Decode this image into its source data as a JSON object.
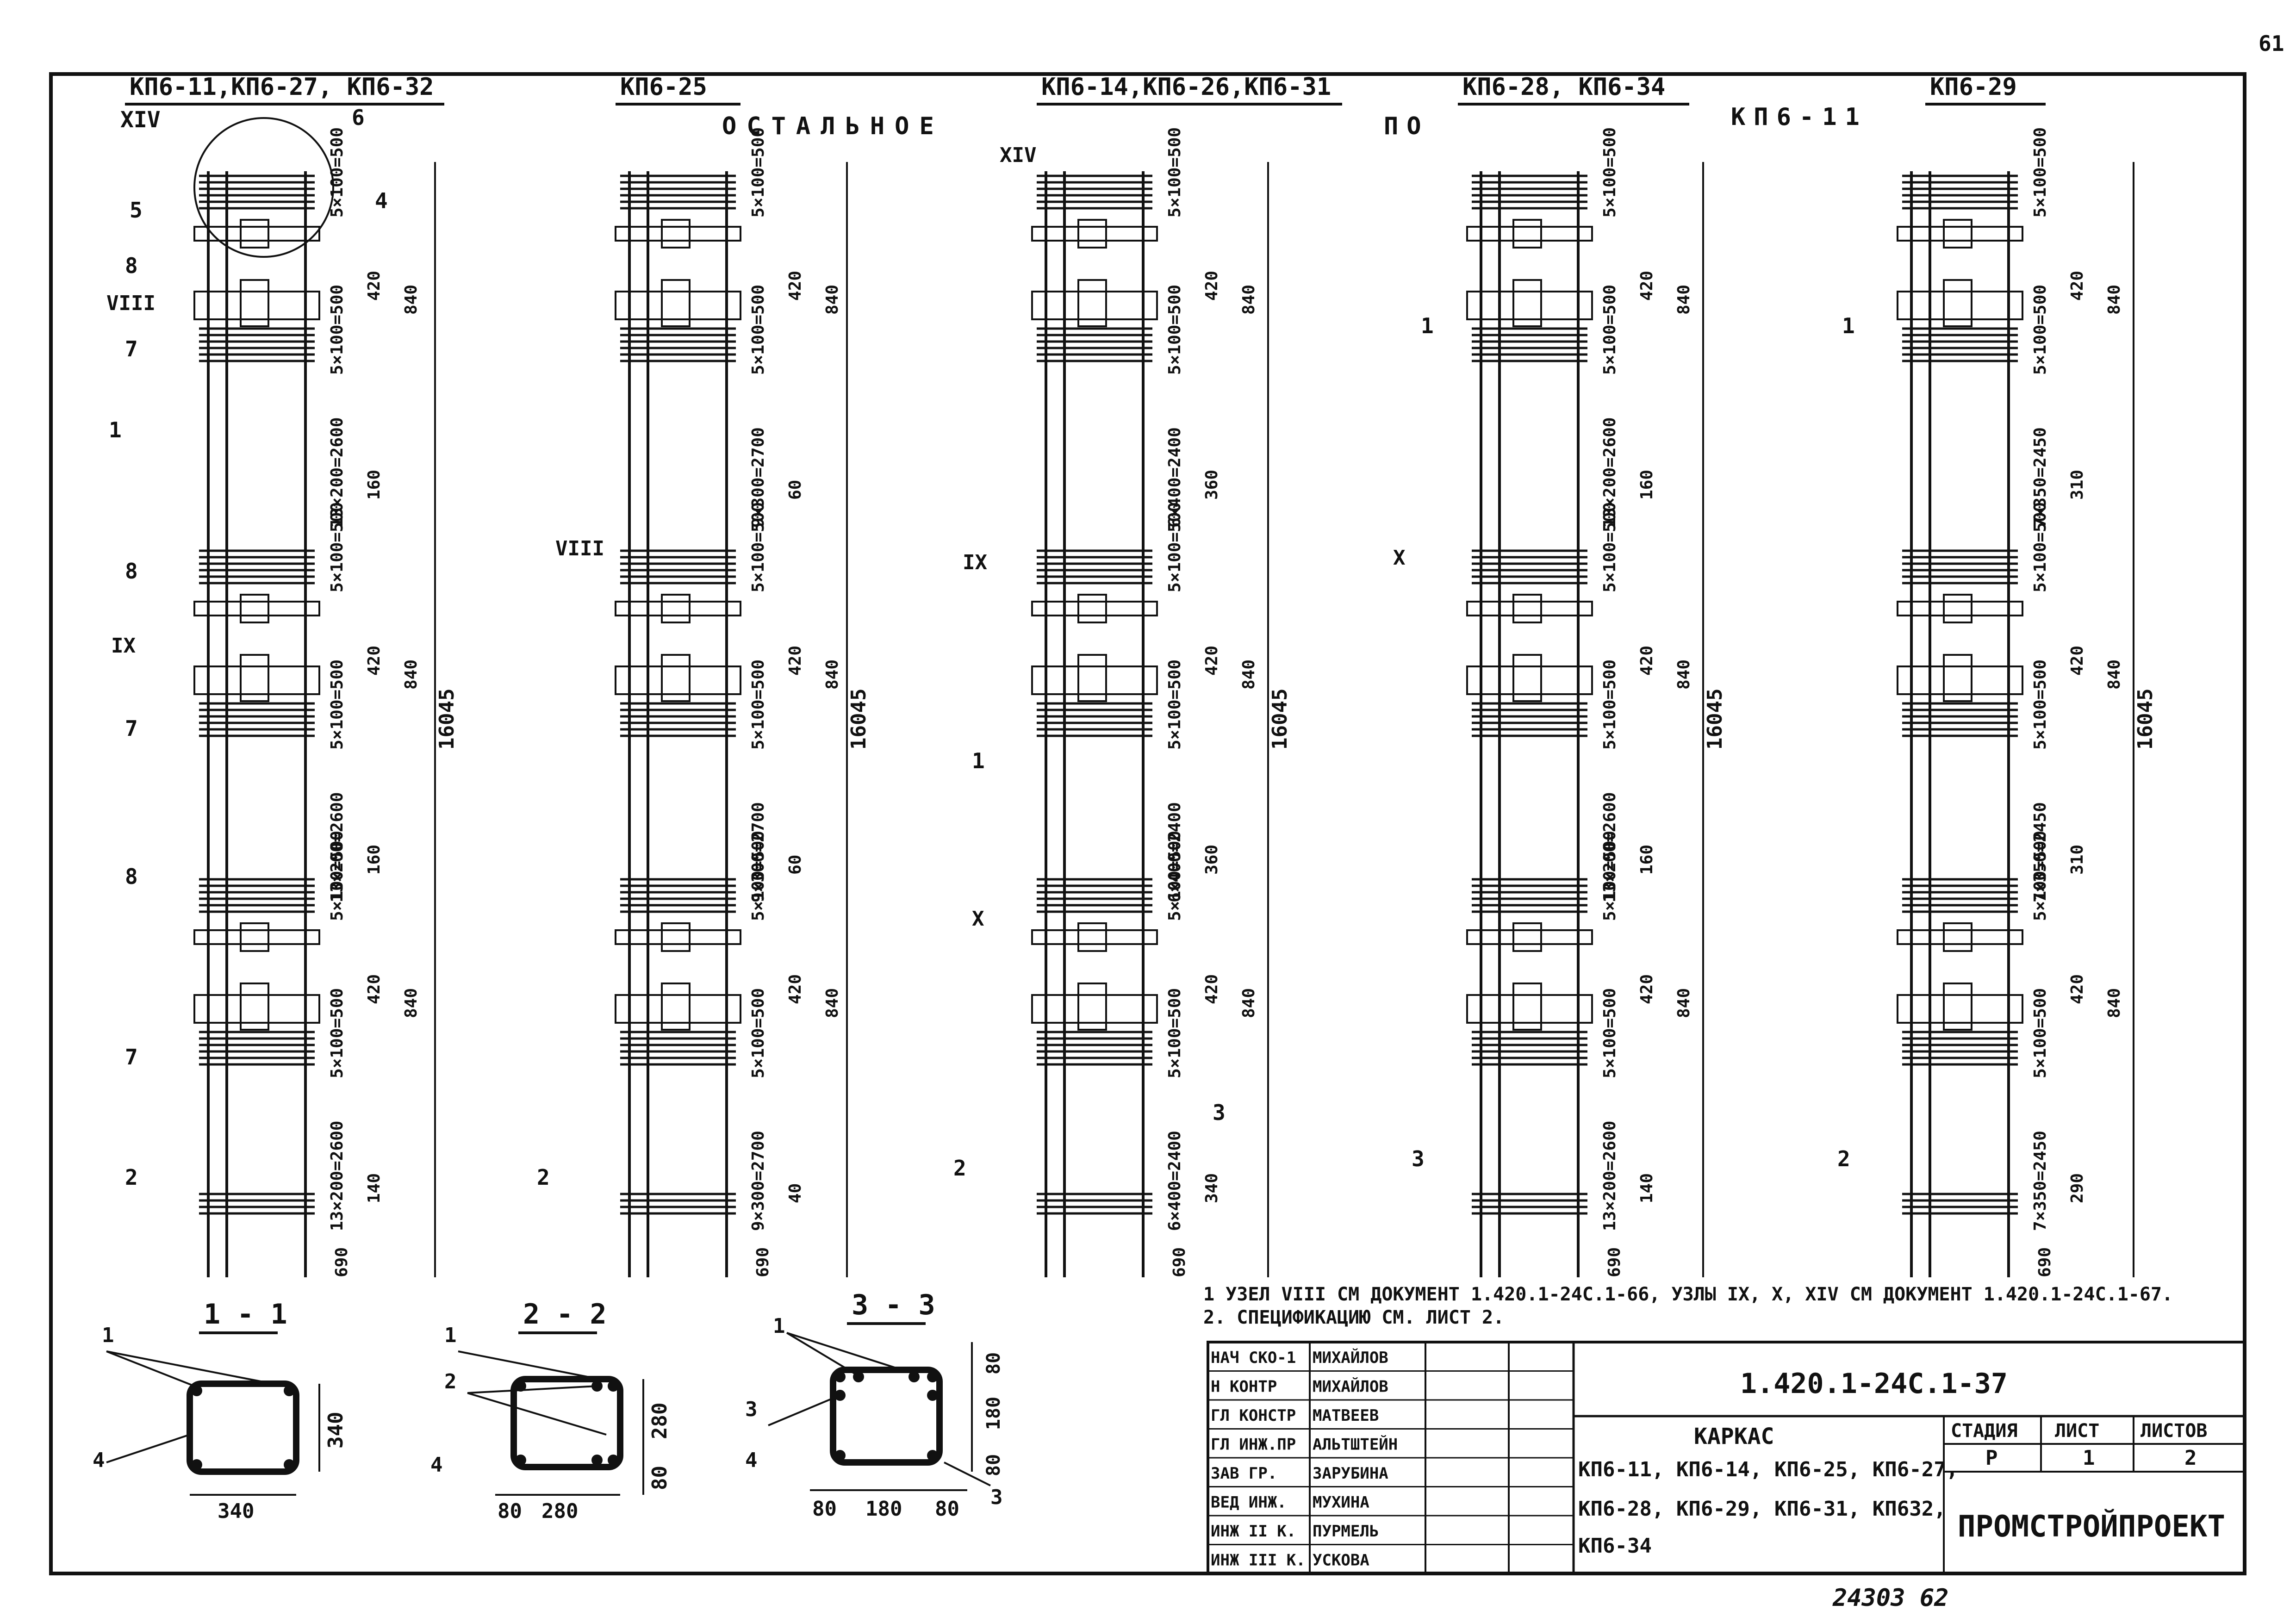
{
  "page_number": "61",
  "headers": {
    "col1": "КП6-11,КП6-27, КП6-32",
    "col2": "КП6-25",
    "col3": "КП6-14,КП6-26,КП6-31",
    "col4": "КП6-28, КП6-34",
    "col5": "КП6-29",
    "note_left": "ОСТАЛЬНОЕ",
    "note_mid": "ПО",
    "note_right": "КП6-11"
  },
  "dims": {
    "d500": "500",
    "d840": "840",
    "d420": "420",
    "d700": "700",
    "d100": "100",
    "d5x100": "5×100=",
    "d1x100": "1×100=",
    "total": "16045",
    "c1": [
      "13×200=2600",
      "160",
      "13×200=2600",
      "160",
      "13×200=2600",
      "140",
      "690"
    ],
    "c2": [
      "9×300=2700",
      "60",
      "9×300=2700",
      "60",
      "9×300=2700",
      "40",
      "690"
    ],
    "c3": [
      "6×400=2400",
      "360",
      "6×400=2400",
      "360",
      "6×400=2400",
      "340",
      "690"
    ],
    "c4": [
      "13×200=2600",
      "160",
      "13×200=2600",
      "160",
      "13×200=2600",
      "140",
      "690"
    ],
    "c5": [
      "7×350=2450",
      "310",
      "7×350=2450",
      "310",
      "7×350=2450",
      "290",
      "690"
    ]
  },
  "nodes": {
    "n8": "VIII",
    "n9": "IX",
    "n10": "X",
    "n14": "XIV"
  },
  "callouts": {
    "c1": "1",
    "c2": "2",
    "c3": "3",
    "c4": "4",
    "c5": "5",
    "c6": "6",
    "c7": "7",
    "c8": "8"
  },
  "sections": {
    "s11": {
      "title": "1 - 1",
      "w": "340",
      "h": "340"
    },
    "s22": {
      "title": "2 - 2",
      "w1": "80",
      "w2": "280",
      "h1": "280",
      "h2": "80"
    },
    "s33": {
      "title": "3 - 3",
      "w1": "80",
      "w2": "180",
      "w3": "80",
      "h1": "80",
      "h2": "180",
      "h3": "80"
    }
  },
  "notes": {
    "n1": "1 УЗЕЛ VIII СМ ДОКУМЕНТ 1.420.1-24С.1-66, УЗЛЫ IX, X, XIV СМ ДОКУМЕНТ 1.420.1-24С.1-67.",
    "n2": "2. СПЕЦИФИКАЦИЮ СМ. ЛИСТ 2."
  },
  "stamp": {
    "rows": [
      {
        "role": "НАЧ СКО-1",
        "name": "МИХАЙЛОВ"
      },
      {
        "role": "Н КОНТР",
        "name": "МИХАЙЛОВ"
      },
      {
        "role": "ГЛ КОНСТР",
        "name": "МАТВЕЕВ"
      },
      {
        "role": "ГЛ ИНЖ.ПР",
        "name": "АЛЬТШТЕЙН"
      },
      {
        "role": "ЗАВ ГР.",
        "name": "ЗАРУБИНА"
      },
      {
        "role": "ВЕД ИНЖ.",
        "name": "МУХИНА"
      },
      {
        "role": "ИНЖ II К.",
        "name": "ПУРМЕЛЬ"
      },
      {
        "role": "ИНЖ III К.",
        "name": "УСКОВА"
      }
    ],
    "doc_code": "1.420.1-24С.1-37",
    "title_l1": "КАРКАС",
    "title_l2": "КП6-11, КП6-14, КП6-25, КП6-27,",
    "title_l3": "КП6-28, КП6-29, КП6-31, КП632,",
    "title_l4": "КП6-34",
    "stage_label": "СТАДИЯ",
    "sheet_label": "ЛИСТ",
    "sheets_label": "ЛИСТОВ",
    "stage": "Р",
    "sheet": "1",
    "sheets": "2",
    "org": "ПРОМСТРОЙПРОЕКТ"
  },
  "footer_number": "24303   62"
}
